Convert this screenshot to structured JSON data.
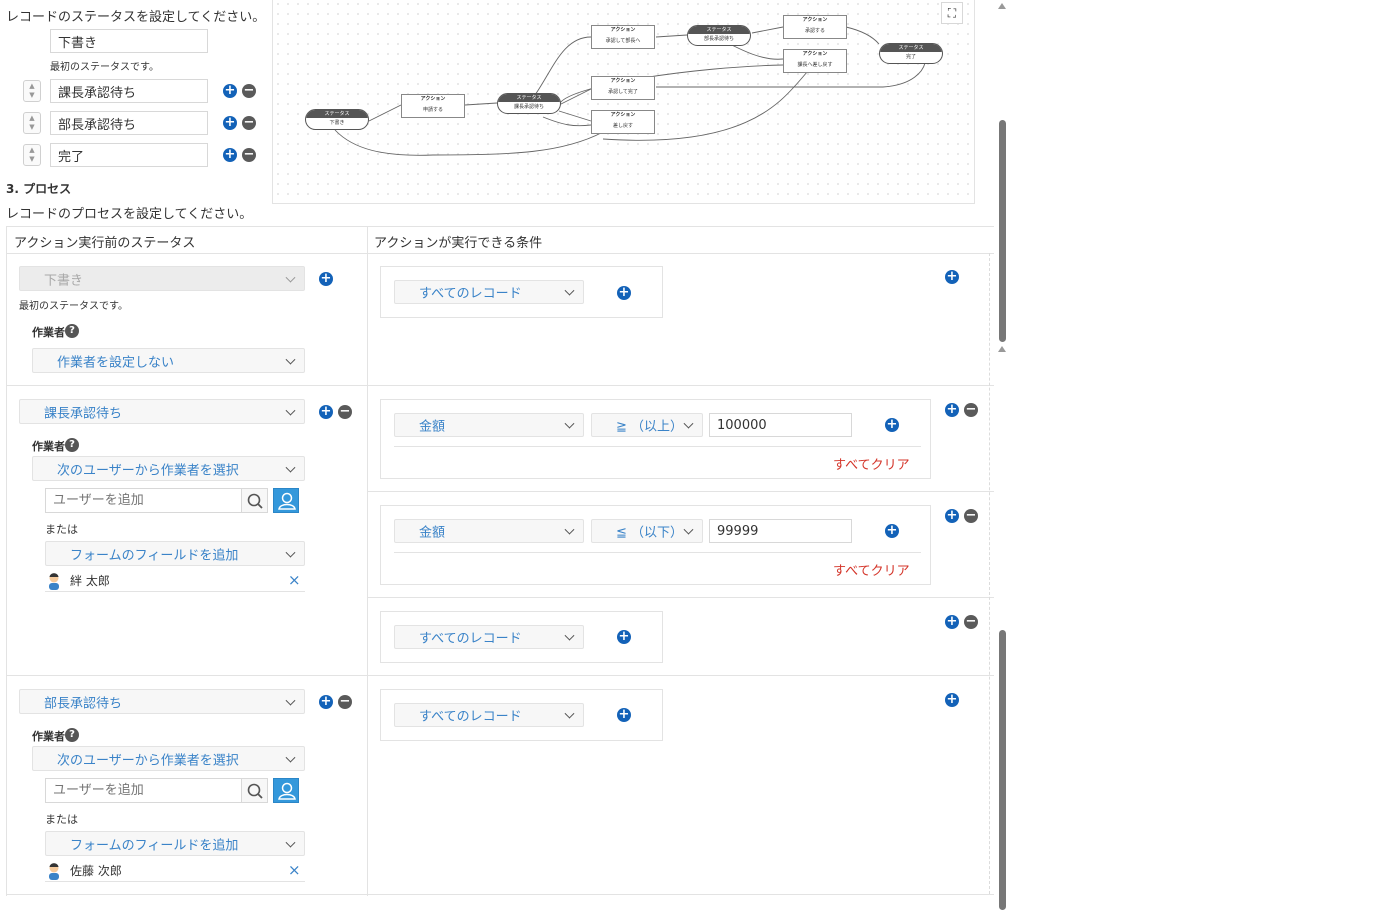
{
  "statuses_section": {
    "description": "レコードのステータスを設定してください。",
    "first_status": "下書き",
    "first_status_note": "最初のステータスです。",
    "statuses": [
      "課長承認待ち",
      "部長承認待ち",
      "完了"
    ]
  },
  "workflow_diagram": {
    "status_label": "ステータス",
    "action_label": "アクション",
    "nodes": {
      "draft": "下書き",
      "apply": "申請する",
      "manager_wait": "課長承認待ち",
      "approve_to_director": "承認して部長へ",
      "approve_complete": "承認して完了",
      "send_back_1": "差し戻す",
      "director_wait": "部長承認待ち",
      "approve": "承認する",
      "send_back_to_manager": "課長へ差し戻す",
      "complete": "完了"
    }
  },
  "process_section": {
    "title": "3. プロセス",
    "description": "レコードのプロセスを設定してください。",
    "col_status": "アクション実行前のステータス",
    "col_condition": "アクションが実行できる条件",
    "worker_label": "作業者",
    "or_label": "または",
    "user_placeholder": "ユーザーを追加",
    "form_field_label": "フォームのフィールドを追加",
    "clear_all": "すべてクリア",
    "all_records": "すべてのレコード",
    "rows": [
      {
        "status": "下書き",
        "note": "最初のステータスです。",
        "worker": "作業者を設定しない"
      },
      {
        "status": "課長承認待ち",
        "worker": "次のユーザーから作業者を選択",
        "user": "絆 太郎",
        "conditions": [
          {
            "field": "金額",
            "operator": "≧ （以上）",
            "value": "100000"
          },
          {
            "field": "金額",
            "operator": "≦ （以下）",
            "value": "99999"
          }
        ]
      },
      {
        "status": "部長承認待ち",
        "worker": "次のユーザーから作業者を選択",
        "user": "佐藤 次郎"
      }
    ]
  },
  "icons": {
    "plus": "+",
    "minus": "−",
    "help": "?",
    "close": "×",
    "expand": "⛶",
    "sort": "▲▼"
  },
  "colors": {
    "accent": "#1362b8",
    "link": "#3a83c8",
    "danger": "#d4352a"
  }
}
